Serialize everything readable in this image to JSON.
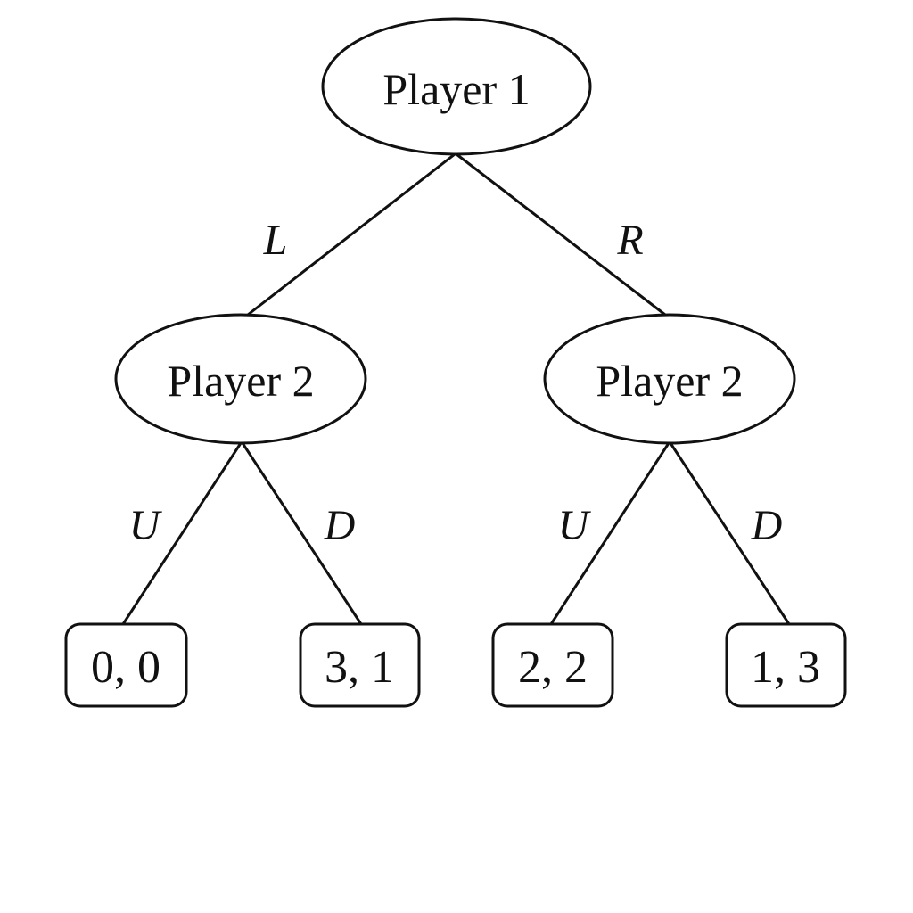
{
  "root": {
    "label": "Player 1"
  },
  "branches": [
    {
      "action": "L",
      "node_label": "Player 2",
      "children": [
        {
          "action": "U",
          "payoff": "0, 0"
        },
        {
          "action": "D",
          "payoff": "3, 1"
        }
      ]
    },
    {
      "action": "R",
      "node_label": "Player 2",
      "children": [
        {
          "action": "U",
          "payoff": "2, 2"
        },
        {
          "action": "D",
          "payoff": "1, 3"
        }
      ]
    }
  ],
  "colors": {
    "stroke": "#111111",
    "fill": "#ffffff",
    "background": "#ffffff"
  }
}
